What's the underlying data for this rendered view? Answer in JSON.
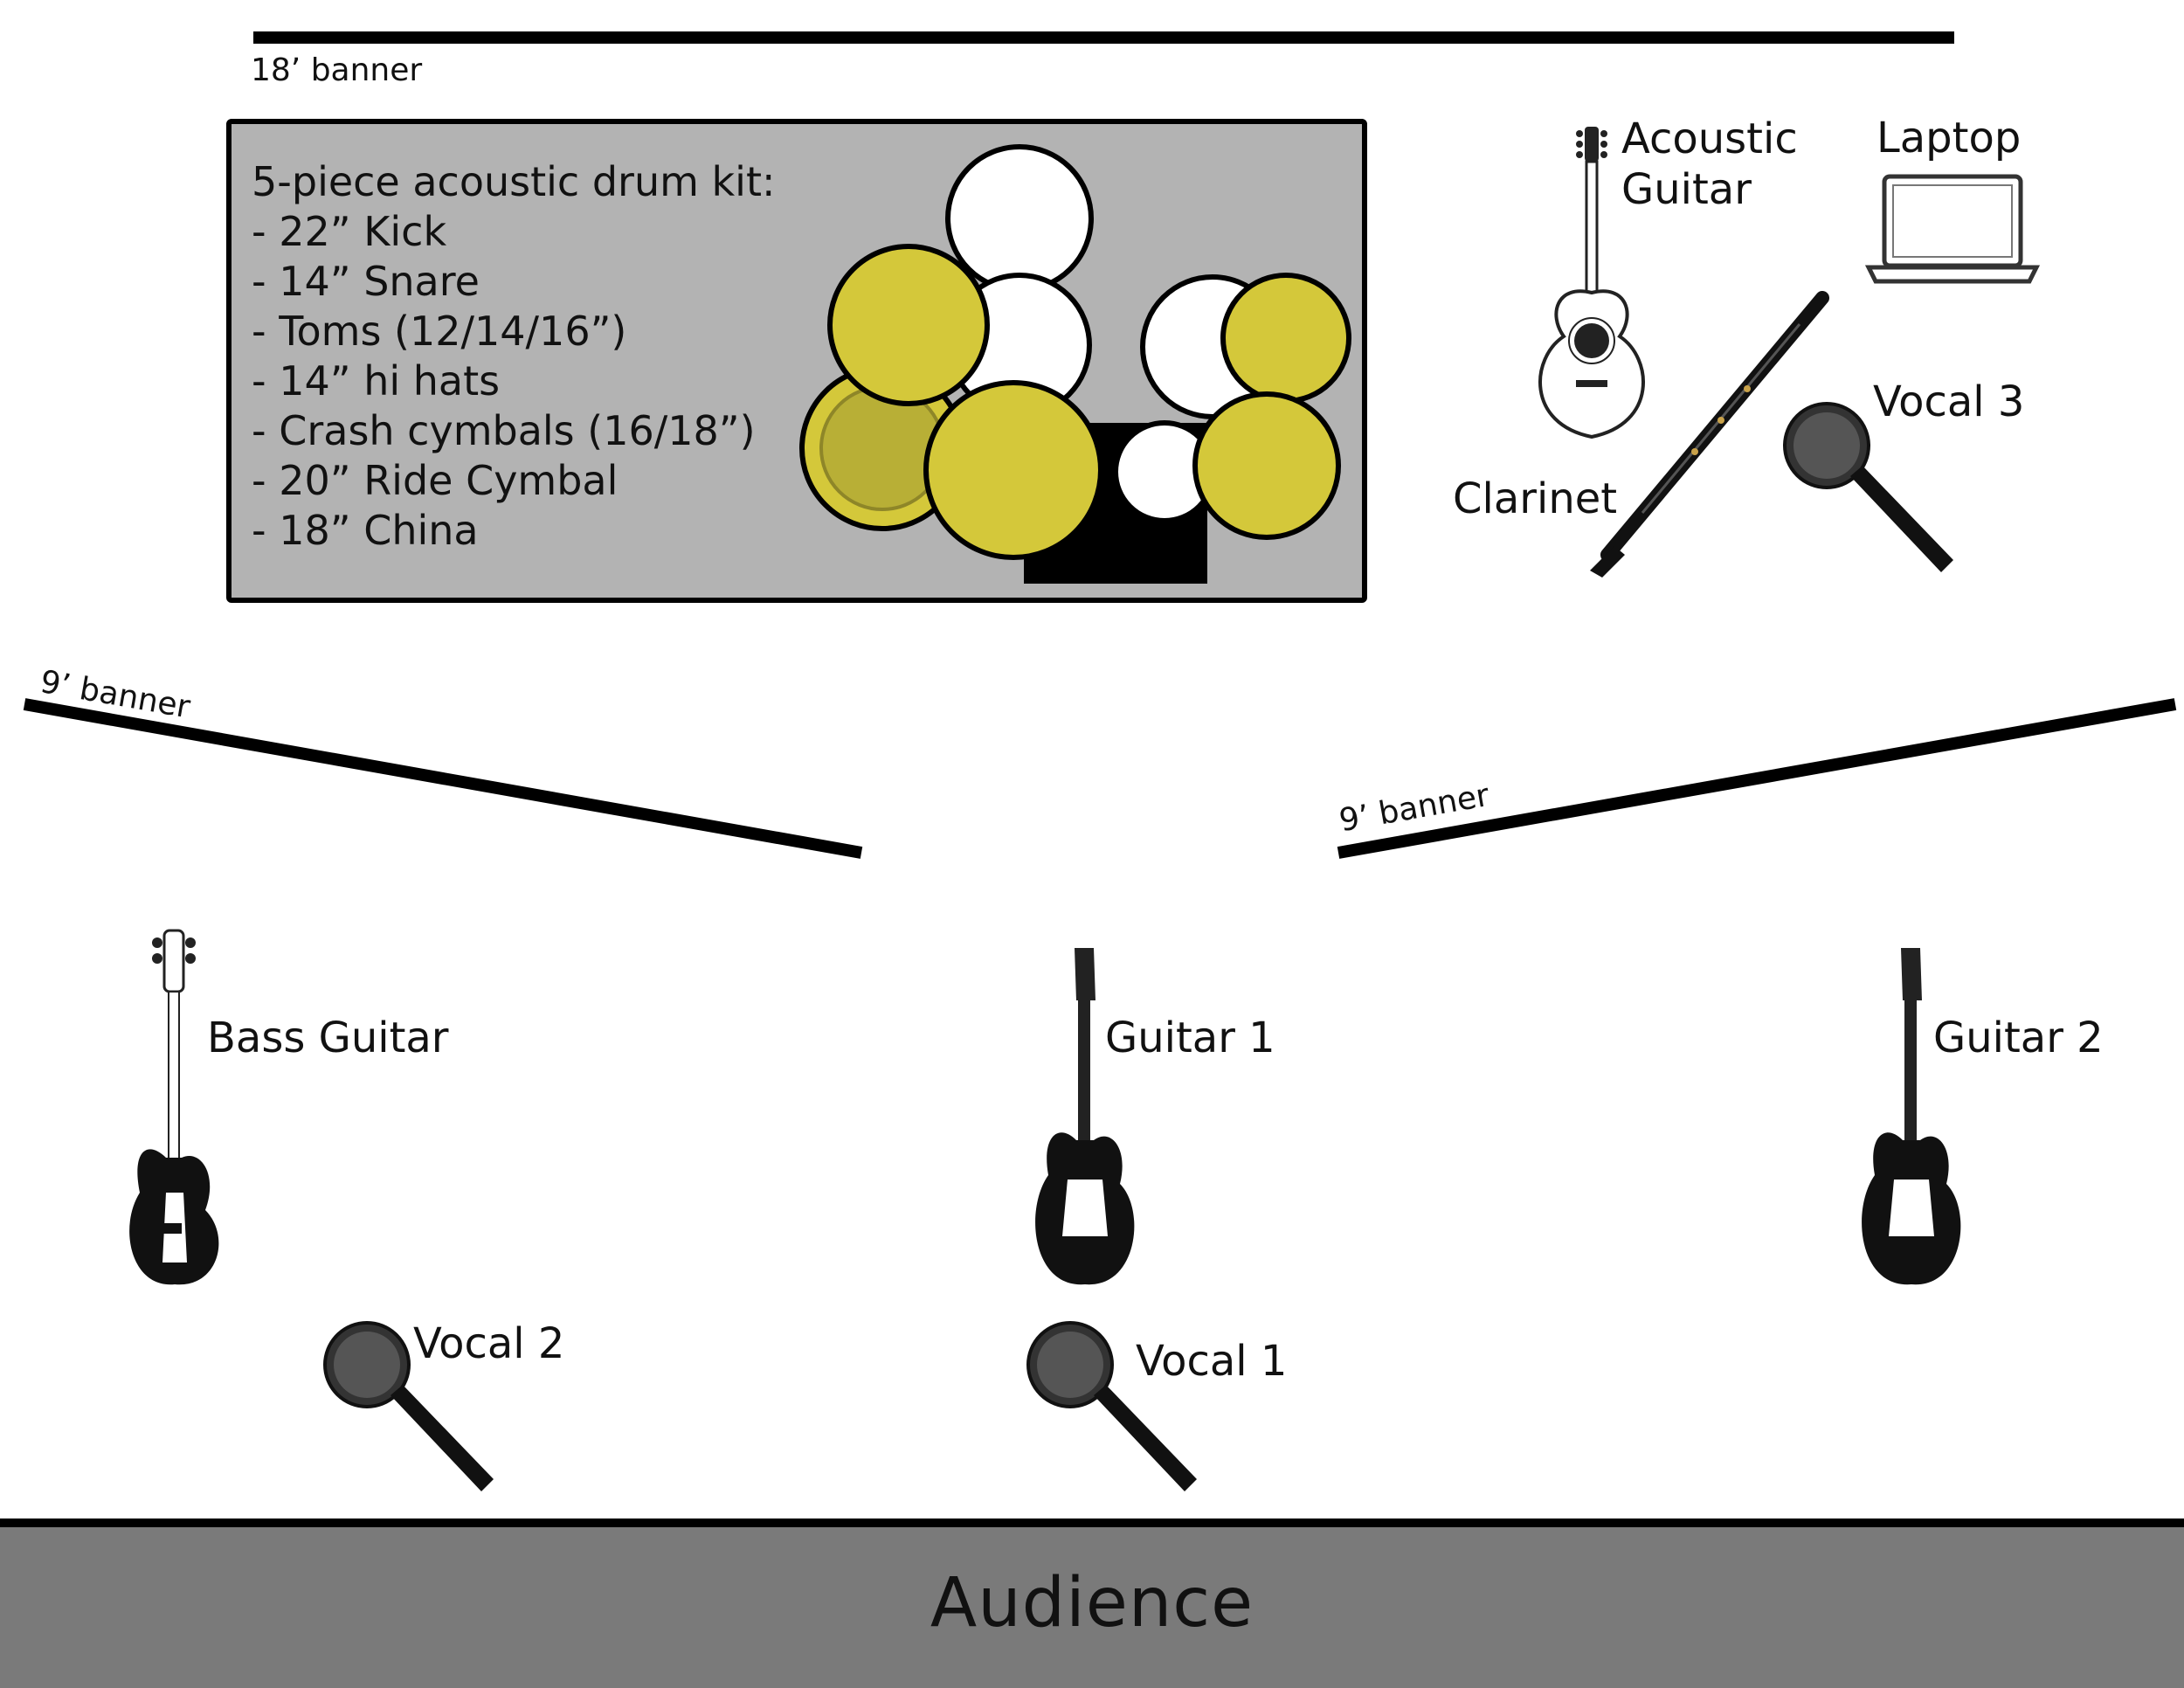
{
  "banners": {
    "top_label": "18’ banner",
    "left_label": "9’ banner",
    "right_label": "9’ banner"
  },
  "drum_kit": {
    "title": "5-piece acoustic drum kit:",
    "items": [
      "- 22” Kick",
      "- 14” Snare",
      "- Toms (12/14/16”)",
      "- 14” hi hats",
      "- Crash cymbals (16/18”)",
      "- 20” Ride Cymbal",
      "- 18” China"
    ],
    "colors": {
      "box": "#b3b3b3",
      "cymbal": "#d4c83a",
      "cymbal_dark": "#b8af36",
      "drum": "#ffffff"
    }
  },
  "instruments": {
    "acoustic_guitar": "Acoustic\nGuitar",
    "laptop": "Laptop",
    "clarinet": "Clarinet",
    "vocal_3": "Vocal 3",
    "bass_guitar": "Bass Guitar",
    "guitar_1": "Guitar 1",
    "guitar_2": "Guitar 2",
    "vocal_2": "Vocal 2",
    "vocal_1": "Vocal 1"
  },
  "audience": {
    "label": "Audience",
    "color": "#7a7a7a"
  }
}
